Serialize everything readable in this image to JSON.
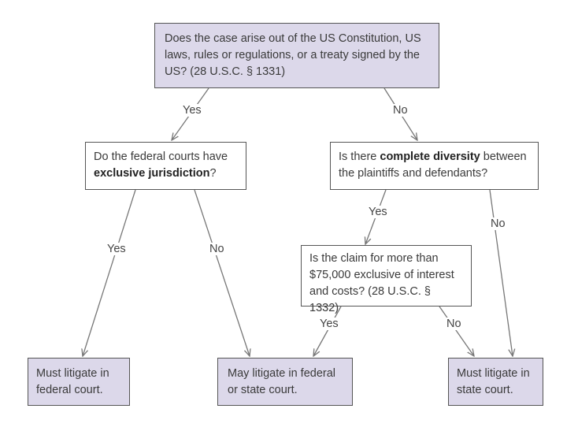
{
  "nodes": {
    "q1": "Does the case arise out of the US Constitution, US laws, rules or regulations, or a treaty signed by the US? (28 U.S.C. § 1331)",
    "q2_pre": "Do the federal courts have",
    "q2_bold": "exclusive jurisdiction",
    "q2_post": "?",
    "q3_pre": "Is there",
    "q3_bold": "complete diversity",
    "q3_post": "between the plaintiffs and defendants?",
    "q4": "Is the claim for more than $75,000 exclusive of interest and costs? (28 U.S.C. § 1332)",
    "out_federal": "Must litigate in federal court.",
    "out_either": "May litigate in federal or state court.",
    "out_state": "Must litigate in state court."
  },
  "edge_labels": {
    "q1_yes": "Yes",
    "q1_no": "No",
    "q2_yes": "Yes",
    "q2_no": "No",
    "q3_yes": "Yes",
    "q3_no": "No",
    "q4_yes": "Yes",
    "q4_no": "No"
  },
  "colors": {
    "terminal_fill": "#dcd8ea",
    "border": "#555555",
    "arrow": "#777777"
  }
}
